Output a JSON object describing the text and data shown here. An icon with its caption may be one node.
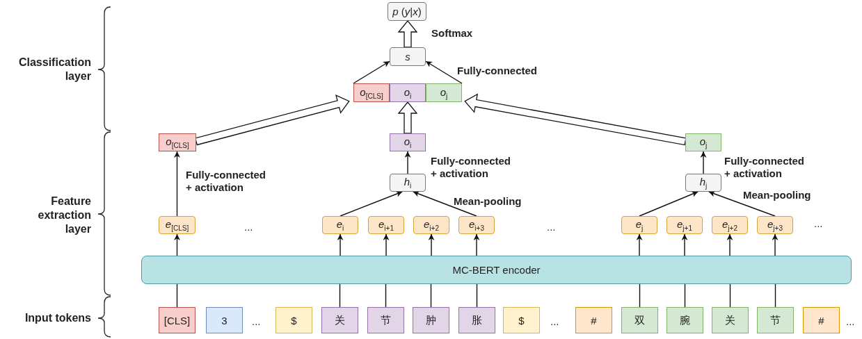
{
  "diagram": {
    "nodes": [
      {
        "text": [
          "*p* (*y*|*x*)"
        ]
      },
      {
        "text": [
          "s"
        ]
      },
      {
        "text": [
          "*o*$_{[CLS]}$"
        ]
      },
      {
        "text": [
          "*o*$_{i}$"
        ]
      },
      {
        "text": [
          "*o*$_{j}$"
        ]
      },
      {
        "text": [
          "*o*$_{[CLS]}$"
        ]
      },
      {
        "text": [
          "*o*$_{i}$"
        ]
      },
      {
        "text": [
          "*o*$_{j}$"
        ]
      },
      {
        "text": [
          "*h*$_{i}$"
        ]
      },
      {
        "text": [
          "*h*$_{j}$"
        ]
      },
      {
        "text": [
          "*e*$_{[CLS]}$"
        ]
      },
      {
        "text": [
          "*e*$_{i}$"
        ]
      },
      {
        "text": [
          "*e*$_{i+1}$"
        ]
      },
      {
        "text": [
          "*e*$_{i+2}$"
        ]
      },
      {
        "text": [
          "*e*$_{i+3}$"
        ]
      },
      {
        "text": [
          "*e*$_{j}$"
        ]
      },
      {
        "text": [
          "*e*$_{j+1}$"
        ]
      },
      {
        "text": [
          "*e*$_{j+2}$"
        ]
      },
      {
        "text": [
          "*e*$_{j+3}$"
        ]
      },
      {
        "text": [
          "MC-BERT encoder"
        ]
      },
      {
        "text": [
          "[CLS]"
        ]
      },
      {
        "text": [
          "3"
        ]
      },
      {
        "text": [
          "$"
        ]
      },
      {
        "text": [
          "关"
        ]
      },
      {
        "text": [
          "节"
        ]
      },
      {
        "text": [
          "肿"
        ]
      },
      {
        "text": [
          "胀"
        ]
      },
      {
        "text": [
          "$"
        ]
      },
      {
        "text": [
          "#"
        ]
      },
      {
        "text": [
          "双"
        ]
      },
      {
        "text": [
          "腕"
        ]
      },
      {
        "text": [
          "关"
        ]
      },
      {
        "text": [
          "节"
        ]
      },
      {
        "text": [
          "#"
        ]
      }
    ],
    "edges": [
      {
        "from": 1,
        "to": 0,
        "arrow": "to",
        "style": "thick"
      },
      {
        "from": 2,
        "to": 1,
        "arrow": "to"
      },
      {
        "from": 4,
        "to": 1,
        "arrow": "to"
      },
      {
        "from": 5,
        "to": 2,
        "arrow": "to",
        "style": "thick"
      },
      {
        "from": 6,
        "to": 3,
        "arrow": "to",
        "style": "thick"
      },
      {
        "from": 7,
        "to": 4,
        "arrow": "to",
        "style": "thick"
      },
      {
        "from": 10,
        "to": 5,
        "arrow": "to"
      },
      {
        "from": 8,
        "to": 6,
        "arrow": "to"
      },
      {
        "from": 9,
        "to": 7,
        "arrow": "to"
      },
      {
        "from": 11,
        "to": 8,
        "arrow": "to"
      },
      {
        "from": 14,
        "to": 8,
        "arrow": "to"
      },
      {
        "from": 15,
        "to": 9,
        "arrow": "to"
      },
      {
        "from": 18,
        "to": 9,
        "arrow": "to"
      },
      {
        "from": 19,
        "to": 10,
        "arrow": "to"
      },
      {
        "from": 19,
        "to": 11,
        "arrow": "to"
      },
      {
        "from": 19,
        "to": 12,
        "arrow": "to"
      },
      {
        "from": 19,
        "to": 13,
        "arrow": "to"
      },
      {
        "from": 19,
        "to": 14,
        "arrow": "to"
      },
      {
        "from": 19,
        "to": 15,
        "arrow": "to"
      },
      {
        "from": 19,
        "to": 16,
        "arrow": "to"
      },
      {
        "from": 19,
        "to": 17,
        "arrow": "to"
      },
      {
        "from": 19,
        "to": 18,
        "arrow": "to"
      },
      {
        "from": 20,
        "to": 19,
        "arrow": "none"
      },
      {
        "from": 23,
        "to": 19,
        "arrow": "none"
      },
      {
        "from": 24,
        "to": 19,
        "arrow": "none"
      },
      {
        "from": 25,
        "to": 19,
        "arrow": "none"
      },
      {
        "from": 26,
        "to": 19,
        "arrow": "none"
      },
      {
        "from": 29,
        "to": 19,
        "arrow": "none"
      },
      {
        "from": 30,
        "to": 19,
        "arrow": "none"
      },
      {
        "from": 31,
        "to": 19,
        "arrow": "none"
      },
      {
        "from": 32,
        "to": 19,
        "arrow": "none"
      }
    ],
    "labels": [
      "Classification layer",
      "Feature extraction layer",
      "Input tokens",
      "Softmax",
      "Fully-connected",
      "Fully-connected + activation",
      "Fully-connected + activation",
      "Mean-pooling",
      "Fully-connected + activation",
      "Mean-pooling",
      "...",
      "...",
      "...",
      "...",
      "...",
      "..."
    ]
  }
}
